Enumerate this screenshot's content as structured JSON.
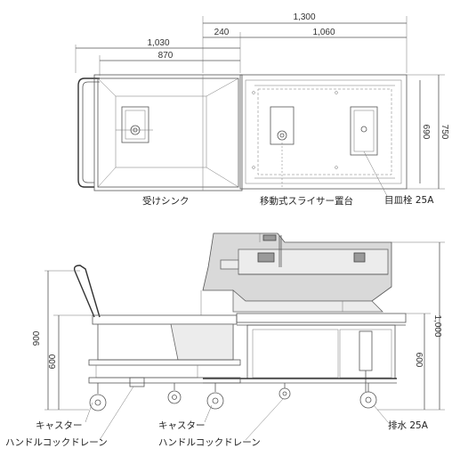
{
  "dimensions": {
    "total_width": "1,300",
    "sink_width": "1,030",
    "sink_inner": "870",
    "table_offset": "240",
    "table_width": "1,060",
    "table_depth": "690",
    "overall_depth": "750",
    "height_left": "900",
    "height_right": "1,000",
    "table_height_left": "600",
    "table_height_right": "600"
  },
  "labels": {
    "receiving_sink": "受けシンク",
    "mobile_slicer_stand": "移動式スライサー置台",
    "drain_plug": "目皿栓 25A",
    "caster_left": "キャスター",
    "caster_middle": "キャスター",
    "handle_cock_drain_left": "ハンドルコックドレーン",
    "handle_cock_drain_middle": "ハンドルコックドレーン",
    "drain": "排水 25A"
  }
}
